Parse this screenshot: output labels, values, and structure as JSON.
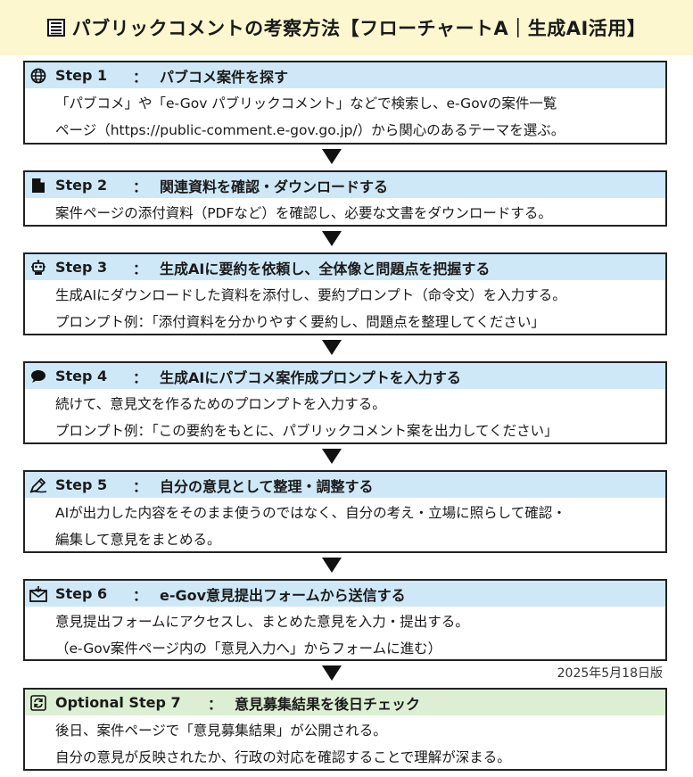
{
  "title": "パブリックコメントの考察方法【フローチャートA｜生成AI活用】",
  "colors": {
    "title_bg": "#fdf7cf",
    "step_head_bg": "#cfe8f7",
    "optional_head_bg": "#dcefd3",
    "border": "#222222"
  },
  "steps": [
    {
      "icon": "globe-icon",
      "label": "Step 1",
      "colon": "：",
      "title": "パブコメ案件を探す",
      "lines": [
        "「パブコメ」や「e-Gov パブリックコメント」などで検索し、e-Govの案件一覧",
        "ページ（https://public-comment.e-gov.go.jp/）から関心のあるテーマを選ぶ。"
      ]
    },
    {
      "icon": "document-icon",
      "label": "Step 2",
      "colon": "：",
      "title": "関連資料を確認・ダウンロードする",
      "lines": [
        "案件ページの添付資料（PDFなど）を確認し、必要な文書をダウンロードする。"
      ]
    },
    {
      "icon": "robot-icon",
      "label": "Step 3",
      "colon": "：",
      "title": "生成AIに要約を依頼し、全体像と問題点を把握する",
      "lines": [
        "生成AIにダウンロードした資料を添付し、要約プロンプト（命令文）を入力する。",
        "プロンプト例：「添付資料を分かりやすく要約し、問題点を整理してください」"
      ]
    },
    {
      "icon": "speech-bubble-icon",
      "label": "Step 4",
      "colon": "：",
      "title": "生成AIにパブコメ案作成プロンプトを入力する",
      "lines": [
        "続けて、意見文を作るためのプロンプトを入力する。",
        "プロンプト例：「この要約をもとに、パブリックコメント案を出力してください」"
      ]
    },
    {
      "icon": "pen-edit-icon",
      "label": "Step 5",
      "colon": "：",
      "title": "自分の意見として整理・調整する",
      "lines": [
        "AIが出力した内容をそのまま使うのではなく、自分の考え・立場に照らして確認・",
        "編集して意見をまとめる。"
      ]
    },
    {
      "icon": "envelope-icon",
      "label": "Step 6",
      "colon": "：",
      "title": "e-Gov意見提出フォームから送信する",
      "lines": [
        "意見提出フォームにアクセスし、まとめた意見を入力・提出する。",
        "（e-Gov案件ページ内の「意見入力へ」からフォームに進む）"
      ]
    },
    {
      "icon": "refresh-icon",
      "label": "Optional Step 7",
      "colon": "：",
      "title": "意見募集結果を後日チェック",
      "lines": [
        "後日、案件ページで「意見募集結果」が公開される。",
        "自分の意見が反映されたか、行政の対応を確認することで理解が深まる。"
      ]
    }
  ],
  "version": "2025年5月18日版"
}
